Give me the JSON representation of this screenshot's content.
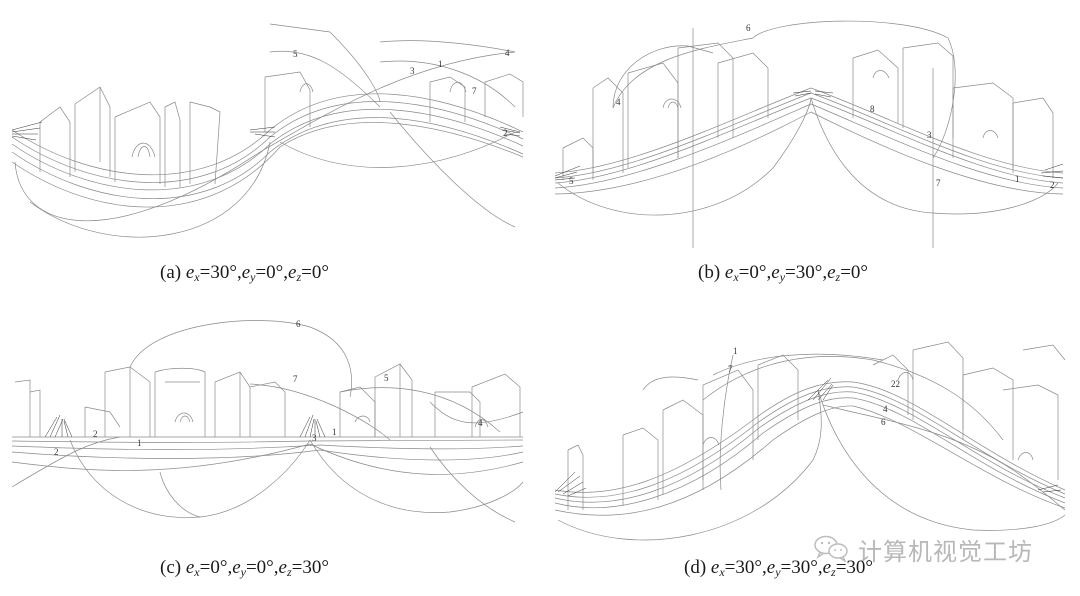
{
  "figure": {
    "panels": [
      {
        "id": "a",
        "label": "(a)",
        "params": [
          {
            "var": "e",
            "sub": "x",
            "value": "=30°"
          },
          {
            "var": "e",
            "sub": "y",
            "value": "=0°"
          },
          {
            "var": "e",
            "sub": "z",
            "value": "=0°"
          }
        ],
        "caption_text": "(a) ex=30°,ey=0°,ez=0°",
        "line_labels": [
          "5",
          "3",
          "1",
          "4",
          "7",
          "2"
        ]
      },
      {
        "id": "b",
        "label": "(b)",
        "params": [
          {
            "var": "e",
            "sub": "x",
            "value": "=0°"
          },
          {
            "var": "e",
            "sub": "y",
            "value": "=30°"
          },
          {
            "var": "e",
            "sub": "z",
            "value": "=0°"
          }
        ],
        "caption_text": "(b) ex=0°,ey=30°,ez=0°",
        "line_labels": [
          "6",
          "4",
          "8",
          "3",
          "7",
          "5",
          "1",
          "2"
        ]
      },
      {
        "id": "c",
        "label": "(c)",
        "params": [
          {
            "var": "e",
            "sub": "x",
            "value": "=0°"
          },
          {
            "var": "e",
            "sub": "y",
            "value": "=0°"
          },
          {
            "var": "e",
            "sub": "z",
            "value": "=30°"
          }
        ],
        "caption_text": "(c) ex=0°,ey=0°,ez=30°",
        "line_labels": [
          "6",
          "7",
          "5",
          "2",
          "2",
          "1",
          "3",
          "1",
          "4"
        ]
      },
      {
        "id": "d",
        "label": "(d)",
        "params": [
          {
            "var": "e",
            "sub": "x",
            "value": "=30°"
          },
          {
            "var": "e",
            "sub": "y",
            "value": "=30°"
          },
          {
            "var": "e",
            "sub": "z",
            "value": "=30°"
          }
        ],
        "caption_text": "(d) ex=30°,ey=30°,ez=30°",
        "line_labels": [
          "1",
          "7",
          "22",
          "4",
          "6"
        ]
      }
    ],
    "watermark": {
      "icon": "wechat-icon",
      "text": "计算机视觉工坊"
    }
  }
}
